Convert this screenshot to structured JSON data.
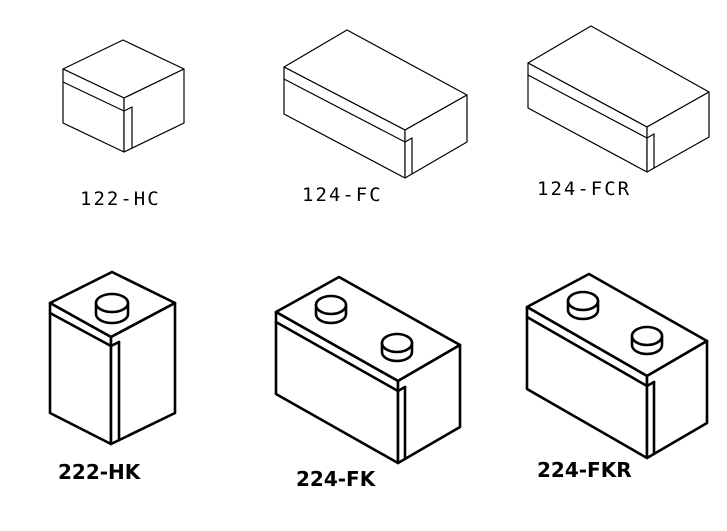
{
  "parts": [
    {
      "label": "122-HC"
    },
    {
      "label": "124-FC"
    },
    {
      "label": "124-FCR"
    },
    {
      "label": "222-HK"
    },
    {
      "label": "224-FK"
    },
    {
      "label": "224-FKR"
    }
  ],
  "colors": {
    "stroke": "#000000",
    "background": "#ffffff"
  }
}
